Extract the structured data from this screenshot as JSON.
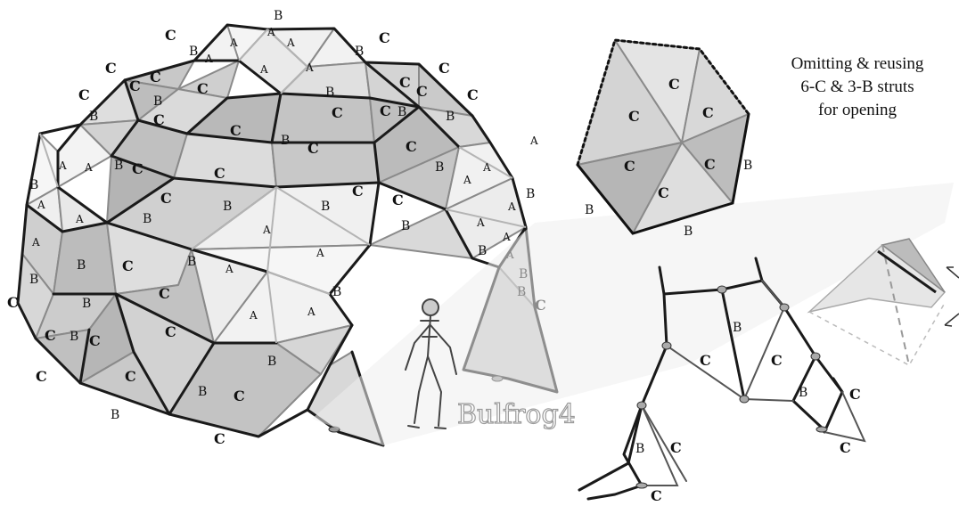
{
  "caption": {
    "line1": "Omitting & reusing",
    "line2": "6-C & 3-B struts",
    "line3": "for opening"
  },
  "watermark": "Bulfrog4",
  "strut_letters": {
    "a": "A",
    "b": "B",
    "c": "C"
  },
  "colors": {
    "face_light": "#f2f2f2",
    "face_mid": "#dcdcdc",
    "face_dark": "#b8b8b8",
    "strut_dark": "#1a1a1a",
    "strut_grey": "#8a8a8a"
  }
}
